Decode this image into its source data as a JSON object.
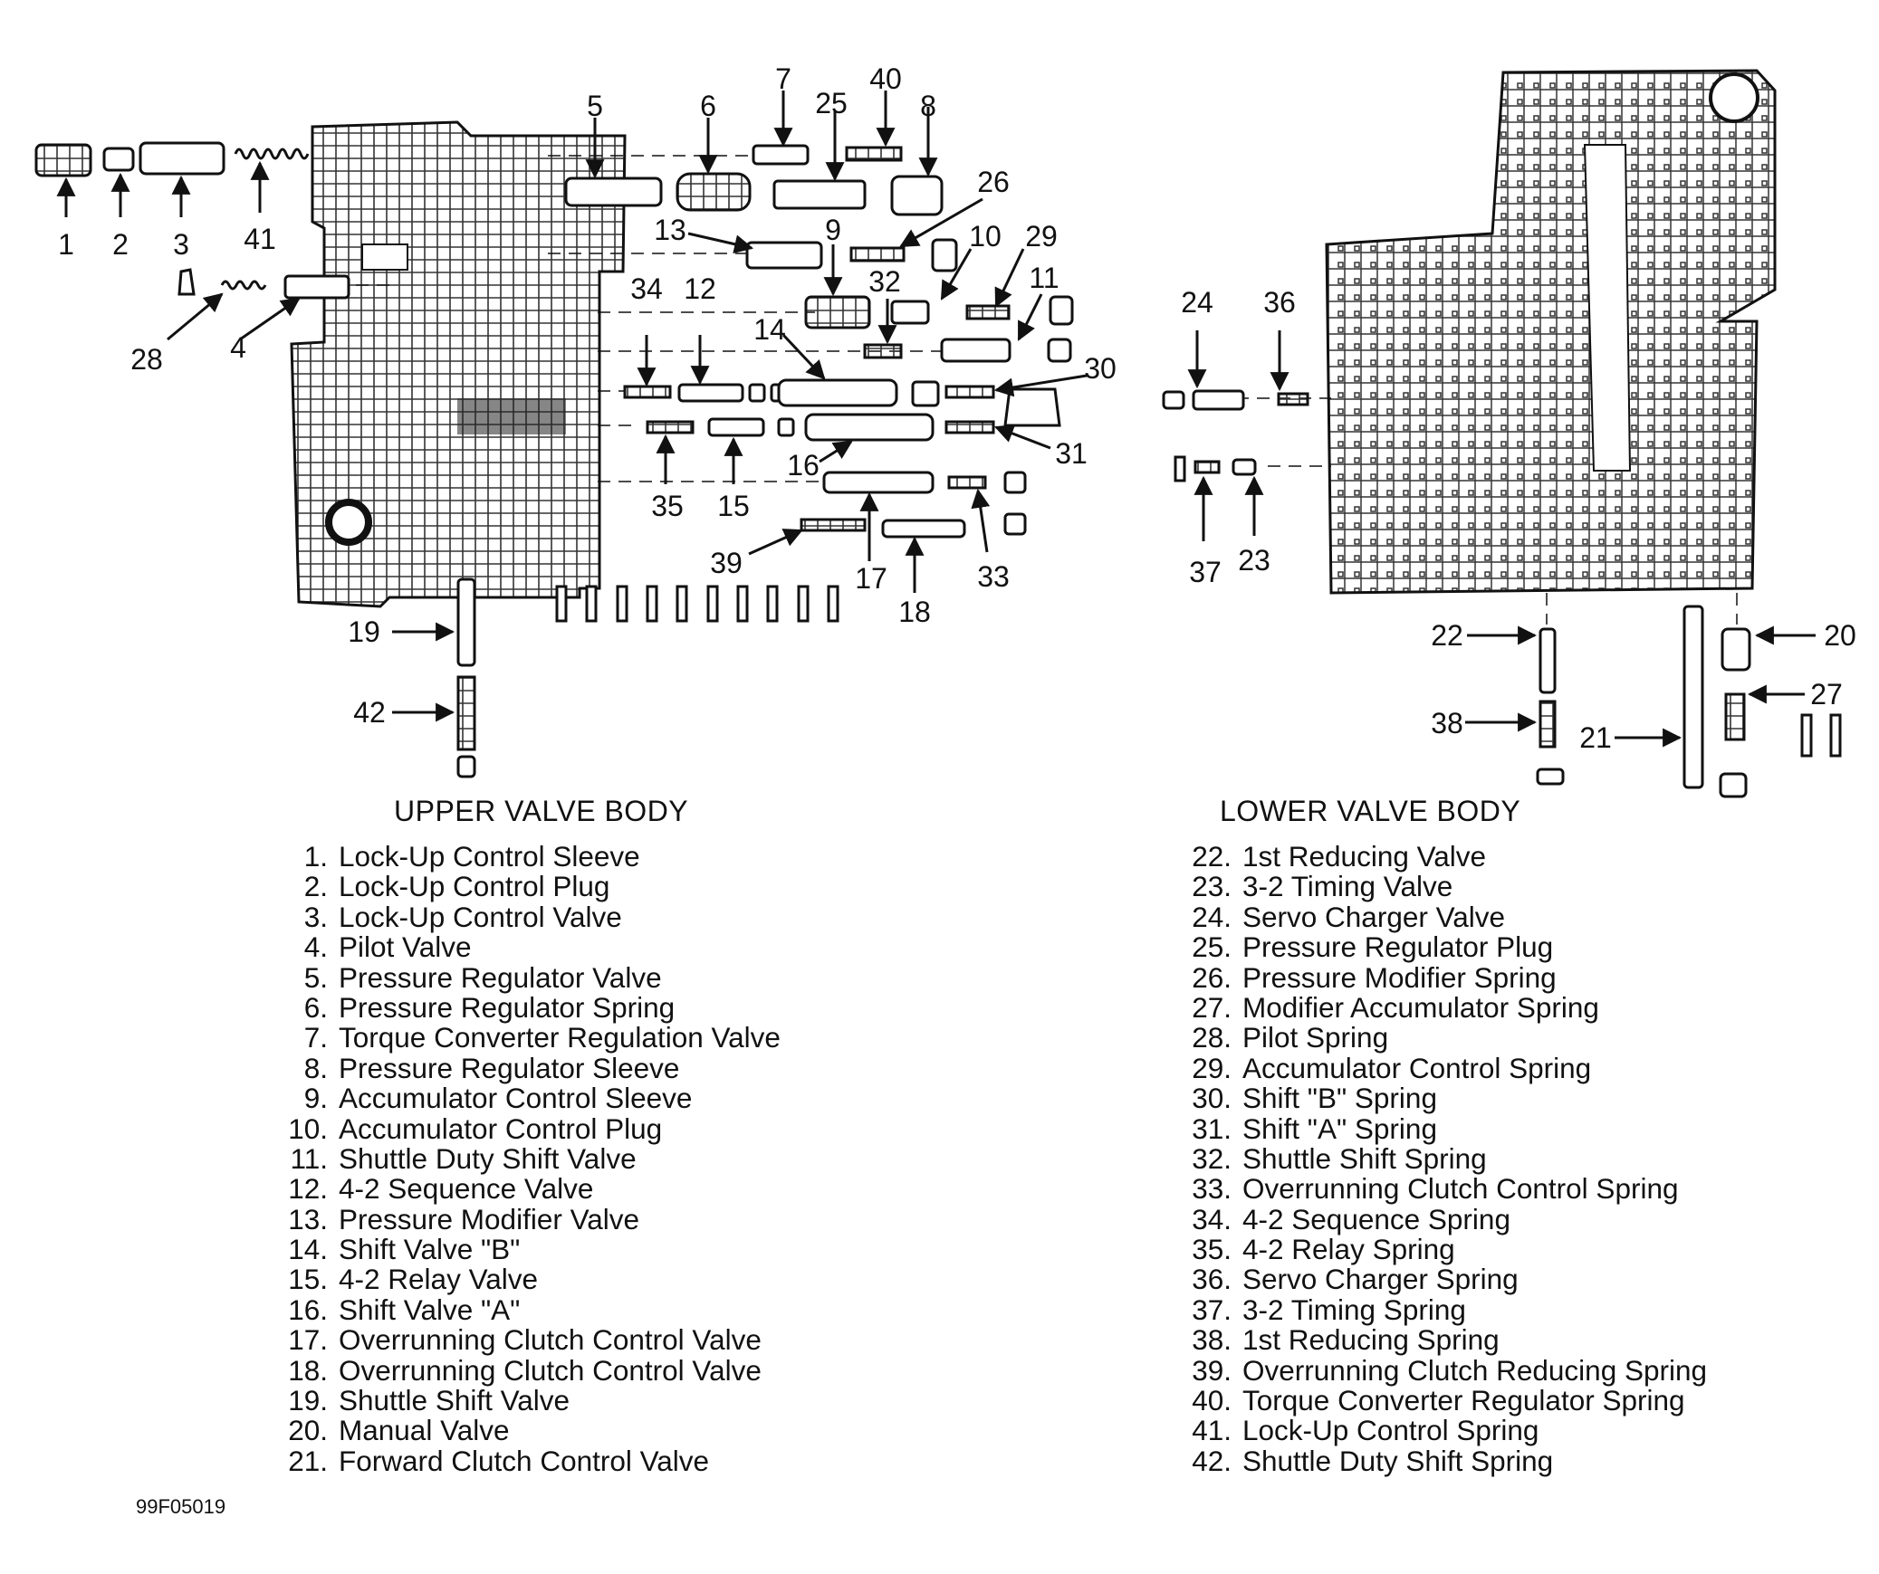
{
  "upper_title": "UPPER VALVE BODY",
  "lower_title": "LOWER VALVE BODY",
  "figure_id": "99F05019",
  "upper_legend": [
    {
      "num": "1.",
      "label": "Lock-Up Control Sleeve"
    },
    {
      "num": "2.",
      "label": "Lock-Up Control Plug"
    },
    {
      "num": "3.",
      "label": "Lock-Up Control Valve"
    },
    {
      "num": "4.",
      "label": "Pilot Valve"
    },
    {
      "num": "5.",
      "label": "Pressure Regulator Valve"
    },
    {
      "num": "6.",
      "label": "Pressure Regulator Spring"
    },
    {
      "num": "7.",
      "label": "Torque Converter Regulation Valve"
    },
    {
      "num": "8.",
      "label": "Pressure Regulator Sleeve"
    },
    {
      "num": "9.",
      "label": "Accumulator Control Sleeve"
    },
    {
      "num": "10.",
      "label": "Accumulator Control Plug"
    },
    {
      "num": "11.",
      "label": "Shuttle Duty Shift Valve"
    },
    {
      "num": "12.",
      "label": "4-2 Sequence Valve"
    },
    {
      "num": "13.",
      "label": "Pressure Modifier Valve"
    },
    {
      "num": "14.",
      "label": "Shift Valve \"B\""
    },
    {
      "num": "15.",
      "label": "4-2 Relay Valve"
    },
    {
      "num": "16.",
      "label": "Shift Valve \"A\""
    },
    {
      "num": "17.",
      "label": "Overrunning Clutch Control Valve"
    },
    {
      "num": "18.",
      "label": "Overrunning Clutch Control Valve"
    },
    {
      "num": "19.",
      "label": "Shuttle Shift Valve"
    },
    {
      "num": "20.",
      "label": "Manual Valve"
    },
    {
      "num": "21.",
      "label": "Forward Clutch Control Valve"
    }
  ],
  "lower_legend": [
    {
      "num": "22.",
      "label": "1st Reducing Valve"
    },
    {
      "num": "23.",
      "label": "3-2 Timing Valve"
    },
    {
      "num": "24.",
      "label": "Servo Charger Valve"
    },
    {
      "num": "25.",
      "label": "Pressure Regulator Plug"
    },
    {
      "num": "26.",
      "label": "Pressure Modifier Spring"
    },
    {
      "num": "27.",
      "label": "Modifier Accumulator Spring"
    },
    {
      "num": "28.",
      "label": "Pilot Spring"
    },
    {
      "num": "29.",
      "label": "Accumulator Control Spring"
    },
    {
      "num": "30.",
      "label": "Shift \"B\" Spring"
    },
    {
      "num": "31.",
      "label": "Shift \"A\" Spring"
    },
    {
      "num": "32.",
      "label": "Shuttle Shift Spring"
    },
    {
      "num": "33.",
      "label": "Overrunning Clutch Control Spring"
    },
    {
      "num": "34.",
      "label": "4-2 Sequence Spring"
    },
    {
      "num": "35.",
      "label": "4-2 Relay Spring"
    },
    {
      "num": "36.",
      "label": "Servo Charger Spring"
    },
    {
      "num": "37.",
      "label": "3-2 Timing Spring"
    },
    {
      "num": "38.",
      "label": "1st Reducing Spring"
    },
    {
      "num": "39.",
      "label": "Overrunning Clutch Reducing Spring"
    },
    {
      "num": "40.",
      "label": "Torque Converter Regulator Spring"
    },
    {
      "num": "41.",
      "label": "Lock-Up Control Spring"
    },
    {
      "num": "42.",
      "label": "Shuttle Duty Shift Spring"
    }
  ],
  "callouts": [
    "1",
    "2",
    "3",
    "4",
    "5",
    "6",
    "7",
    "8",
    "9",
    "10",
    "11",
    "12",
    "13",
    "14",
    "15",
    "16",
    "17",
    "18",
    "19",
    "20",
    "21",
    "22",
    "23",
    "24",
    "25",
    "26",
    "27",
    "28",
    "29",
    "30",
    "31",
    "32",
    "33",
    "34",
    "35",
    "36",
    "37",
    "38",
    "39",
    "40",
    "41",
    "42"
  ]
}
